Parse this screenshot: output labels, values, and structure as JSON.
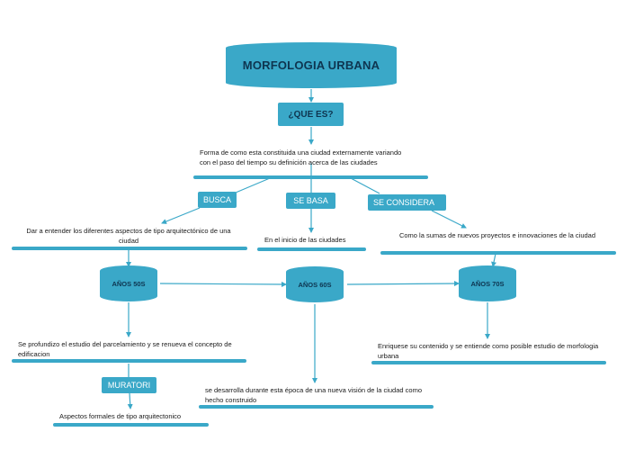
{
  "title": "MORFOLOGIA URBANA",
  "que_es": {
    "label": "¿QUE ES?",
    "definition": "Forma de como esta constituida una ciudad externamente variando con el paso del tiempo su definición acerca de las ciudades"
  },
  "branches": {
    "busca": {
      "label": "BUSCA",
      "text": "Dar a entender los diferentes aspectos de tipo arquitectónico de una ciudad"
    },
    "se_basa": {
      "label": "SE BASA",
      "text": "En el inicio de las ciudades"
    },
    "se_considera": {
      "label": "SE CONSIDERA",
      "text": "Como la sumas de nuevos proyectos e innovaciones de la ciudad"
    }
  },
  "eras": {
    "anos_50": {
      "label": "AÑOS 50S",
      "text": "Se profundizo el estudio del parcelamiento y se renueva el concepto de edificacion",
      "muratori_label": "MURATORI",
      "muratori_text": "Aspectos formales de tipo arquitectonico"
    },
    "anos_60": {
      "label": "AÑOS 60S",
      "text": "se desarrolla durante esta época de una nueva visión de la ciudad como hecho construido"
    },
    "anos_70": {
      "label": "AÑOS 70S",
      "text": "Enriquese su contenido y se entiende como posible estudio de morfologia urbana"
    }
  },
  "colors": {
    "node_fill": "#3aa8c8",
    "title_text": "#0e3550",
    "connector": "#3aa8c8"
  }
}
